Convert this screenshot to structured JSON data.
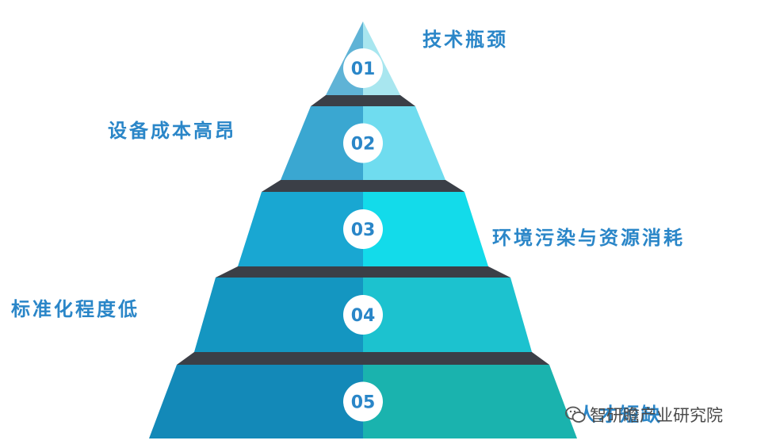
{
  "diagram": {
    "levels": [
      {
        "number": "01",
        "label": "技术瓶颈",
        "left_color": "#5fb3d6",
        "right_color": "#a8e6ef"
      },
      {
        "number": "02",
        "label": "设备成本高昂",
        "left_color": "#3aa7d1",
        "right_color": "#6fdcef"
      },
      {
        "number": "03",
        "label": "环境污染与资源消耗",
        "left_color": "#19a7d2",
        "right_color": "#13dbea"
      },
      {
        "number": "04",
        "label": "标准化程度低",
        "left_color": "#1496c1",
        "right_color": "#1cc2cf"
      },
      {
        "number": "05",
        "label": "人才短缺",
        "left_color": "#1389b8",
        "right_color": "#1ab3ae"
      }
    ],
    "label_color": "#2a86c8",
    "number_color": "#2a86c8",
    "separator_color": "#3b3f47"
  },
  "watermark": {
    "text": "智研瞻产业研究院",
    "icon": "wechat-icon"
  }
}
